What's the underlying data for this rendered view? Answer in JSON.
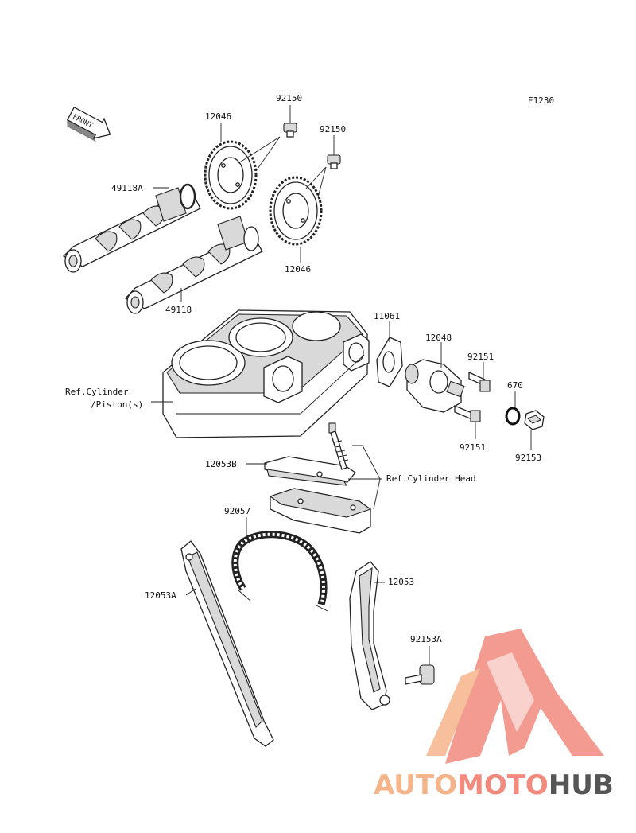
{
  "diagram_code": "E1230",
  "front_arrow_label": "FRONT",
  "labels": {
    "p92150_top": "92150",
    "p92150_right": "92150",
    "p12046_top": "12046",
    "p12046_bottom": "12046",
    "p49118A": "49118A",
    "p49118": "49118",
    "p11061": "11061",
    "p12048": "12048",
    "p92151_top": "92151",
    "p670": "670",
    "p92151_bottom": "92151",
    "p92153": "92153",
    "ref_cylinder_1": "Ref.Cylinder",
    "ref_cylinder_2": "/Piston(s)",
    "p12053B": "12053B",
    "ref_cylinder_head": "Ref.Cylinder Head",
    "p92057": "92057",
    "p12053": "12053",
    "p12053A": "12053A",
    "p92153A": "92153A"
  },
  "watermark": {
    "part1": "AUTO",
    "part2": "MOTO",
    "part3": "HUB",
    "color_light": "#f6b48a",
    "color_mid": "#f28a7e",
    "color_dark": "#555555"
  }
}
